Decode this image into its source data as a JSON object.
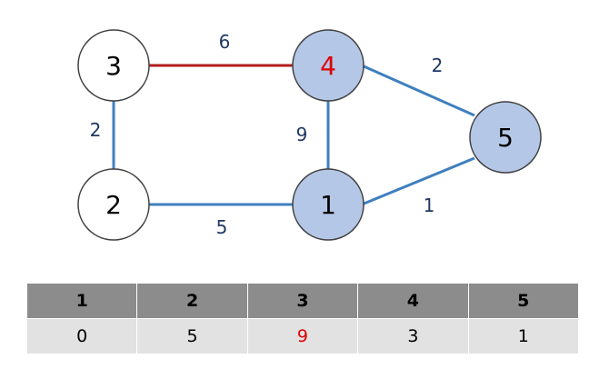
{
  "colors": {
    "edge_default": "#3f7fbf",
    "edge_highlight": "#b01c1c",
    "weight_label": "#1f3864",
    "node_visited_fill": "#b4c7e7",
    "node_unvisited_fill": "#ffffff",
    "node_stroke": "#404040",
    "highlight_text": "#e00000",
    "header_fill": "#8c8c8c",
    "cell_fill": "#e2e2e2"
  },
  "nodes": [
    {
      "id": "n1",
      "label": "1",
      "visited": true,
      "highlight": false
    },
    {
      "id": "n2",
      "label": "2",
      "visited": false,
      "highlight": false
    },
    {
      "id": "n3",
      "label": "3",
      "visited": false,
      "highlight": false
    },
    {
      "id": "n4",
      "label": "4",
      "visited": true,
      "highlight": true
    },
    {
      "id": "n5",
      "label": "5",
      "visited": true,
      "highlight": false
    }
  ],
  "edges": [
    {
      "id": "e34",
      "from": "3",
      "to": "4",
      "weight": "6",
      "highlight": true
    },
    {
      "id": "e32",
      "from": "3",
      "to": "2",
      "weight": "2",
      "highlight": false
    },
    {
      "id": "e41",
      "from": "4",
      "to": "1",
      "weight": "9",
      "highlight": false
    },
    {
      "id": "e45",
      "from": "4",
      "to": "5",
      "weight": "2",
      "highlight": false
    },
    {
      "id": "e21",
      "from": "2",
      "to": "1",
      "weight": "5",
      "highlight": false
    },
    {
      "id": "e15",
      "from": "1",
      "to": "5",
      "weight": "1",
      "highlight": false
    }
  ],
  "table": {
    "headers": [
      "1",
      "2",
      "3",
      "4",
      "5"
    ],
    "values": [
      "0",
      "5",
      "9",
      "3",
      "1"
    ],
    "highlight_index": 2
  }
}
